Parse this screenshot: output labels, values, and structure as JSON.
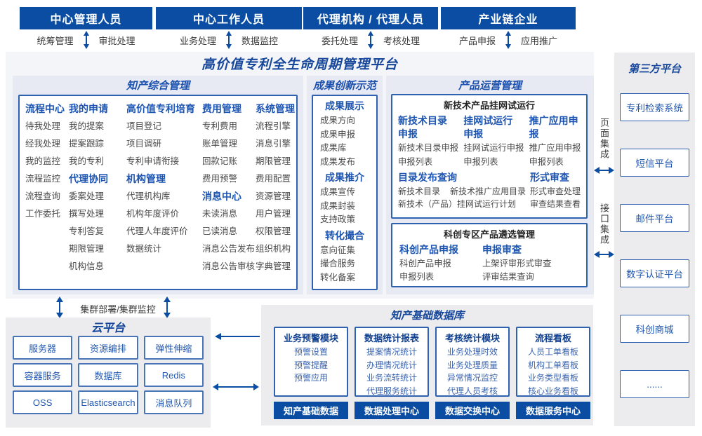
{
  "colors": {
    "primary_blue": "#0a4da2",
    "header_text_blue": "#1d55b2",
    "title_navy": "#16479b",
    "section_bg": "#e8eaf3",
    "panel_bg": "#f4f5f8",
    "gray_bg": "#ececef",
    "item_gray": "#4a4a4a",
    "db_item_blue": "#3a64b0",
    "box_border_blue": "#2e62b0"
  },
  "roles": [
    {
      "title": "中心管理人员",
      "left_label": "统筹管理",
      "right_label": "审批处理"
    },
    {
      "title": "中心工作人员",
      "left_label": "业务处理",
      "right_label": "数据监控"
    },
    {
      "title": "代理机构 / 代理人员",
      "left_label": "委托处理",
      "right_label": "考核处理"
    },
    {
      "title": "产业链企业",
      "left_label": "产品申报",
      "right_label": "应用推广"
    }
  ],
  "platform": {
    "title": "高价值专利全生命周期管理平台"
  },
  "comprehensive": {
    "title": "知产综合管理",
    "groups": {
      "flow": {
        "header": "流程中心",
        "items": [
          "待我处理",
          "经我处理",
          "我的监控",
          "流程监控",
          "流程查询",
          "工作委托"
        ]
      },
      "myapp": {
        "header": "我的申请",
        "items": [
          "我的提案",
          "提案跟踪",
          "我的专利"
        ]
      },
      "agent": {
        "header": "代理协同",
        "items": [
          "委案处理",
          "撰写处理",
          "专利答复",
          "期限管理",
          "机构信息"
        ]
      },
      "hvp": {
        "header": "高价值专利培育",
        "items": [
          "项目登记",
          "项目调研",
          "专利申请衔接"
        ]
      },
      "org": {
        "header": "机构管理",
        "items": [
          "代理机构库",
          "机构年度评价",
          "代理人年度评价",
          "数据统计"
        ]
      },
      "fee": {
        "header": "费用管理",
        "items": [
          "专利费用",
          "账单管理",
          "回款记账",
          "费用预警"
        ]
      },
      "msg": {
        "header": "消息中心",
        "items": [
          "未读消息",
          "已读消息",
          "消息公告发布",
          "消息公告审核"
        ]
      },
      "sys": {
        "header": "系统管理",
        "items": [
          "流程引擎",
          "消息引擎",
          "期限管理",
          "费用配置",
          "资源管理",
          "用户管理",
          "权限管理",
          "组织机构",
          "字典管理"
        ]
      }
    }
  },
  "innovation": {
    "title": "成果创新示范",
    "display": {
      "header": "成果展示",
      "items": [
        "成果方向",
        "成果申报",
        "成果库",
        "成果发布"
      ]
    },
    "promotion": {
      "header": "成果推介",
      "items": [
        "成果宣传",
        "成果封装",
        "支持政策"
      ]
    },
    "transformation": {
      "header": "转化撮合",
      "items": [
        "意向征集",
        "撮合服务",
        "转化备案"
      ]
    }
  },
  "product": {
    "title": "产品运营管理",
    "trial": {
      "title": "新技术产品挂网试运行",
      "col1": {
        "header": "新技术目录申报",
        "items": [
          "新技术目录申报",
          "申报列表"
        ]
      },
      "col2": {
        "header": "挂网试运行申报",
        "items": [
          "挂网试运行申报",
          "申报列表"
        ]
      },
      "col3": {
        "header": "推广应用申报",
        "items": [
          "推广应用申报",
          "申报列表"
        ]
      },
      "catalog": {
        "header": "目录发布查询",
        "item1": "新技术目录",
        "item2": "新技术推广应用目录",
        "item3": "新技术（产品）挂网试运行计划"
      },
      "review": {
        "header": "形式审查",
        "items": [
          "形式审查处理",
          "审查结果查看"
        ]
      }
    },
    "selection": {
      "title": "科创专区产品遴选管理",
      "col1": {
        "header": "科创产品申报",
        "items": [
          "科创产品申报",
          "申报列表"
        ]
      },
      "col2": {
        "header": "申报审查",
        "items": [
          "上架评审形式审查",
          "评审结果查询"
        ]
      }
    }
  },
  "database": {
    "title": "知产基础数据库",
    "warning": {
      "header": "业务预警模块",
      "items": [
        "预警设置",
        "预警提醒",
        "预警应用"
      ],
      "footer": "知产基础数据"
    },
    "report": {
      "header": "数据统计报表",
      "items": [
        "提案情况统计",
        "办理情况统计",
        "业务流转统计",
        "代理服务统计"
      ],
      "footer": "数据处理中心"
    },
    "assessment": {
      "header": "考核统计模块",
      "items": [
        "业务处理时效",
        "业务处理质量",
        "异常情况监控",
        "代理人员考核"
      ],
      "footer": "数据交换中心"
    },
    "board": {
      "header": "流程看板",
      "items": [
        "人员工单看板",
        "机构工单看板",
        "业务类型看板",
        "核心业务看板"
      ],
      "footer": "数据服务中心"
    }
  },
  "cloud": {
    "title": "云平台",
    "services": [
      "服务器",
      "资源编排",
      "弹性伸缩",
      "容器服务",
      "数据库",
      "Redis",
      "OSS",
      "Elasticsearch",
      "消息队列"
    ]
  },
  "third_party": {
    "title": "第三方平台",
    "platforms": [
      "专利检索系统",
      "短信平台",
      "邮件平台",
      "数字认证平台",
      "科创商城",
      "......"
    ]
  },
  "links": {
    "cluster": "集群部署/集群监控",
    "page": "页面集成",
    "api": "接口集成"
  }
}
